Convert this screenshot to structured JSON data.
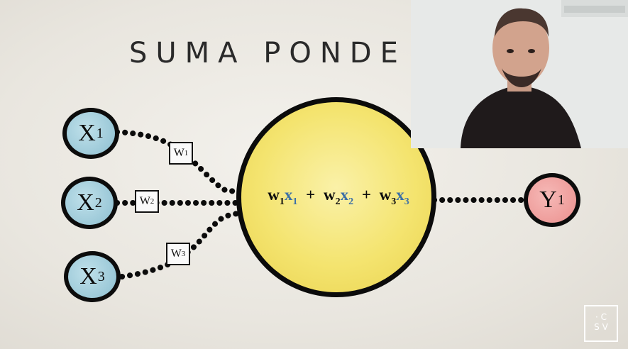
{
  "title": "SUMA PONDE",
  "inputs": [
    {
      "label": "X",
      "sub": "1"
    },
    {
      "label": "X",
      "sub": "2"
    },
    {
      "label": "X",
      "sub": "3"
    }
  ],
  "weights": [
    {
      "label": "W",
      "sub": "1"
    },
    {
      "label": "W",
      "sub": "2"
    },
    {
      "label": "W",
      "sub": "3"
    }
  ],
  "formula": [
    {
      "w": "w",
      "ws": "1",
      "x": "x",
      "xs": "1"
    },
    {
      "op": "+"
    },
    {
      "w": "w",
      "ws": "2",
      "x": "x",
      "xs": "2"
    },
    {
      "op": "+"
    },
    {
      "w": "w",
      "ws": "3",
      "x": "x",
      "xs": "3"
    }
  ],
  "output": {
    "label": "Y",
    "sub": "1"
  },
  "logo": {
    "line1": "· C",
    "line2": "S V"
  },
  "colors": {
    "input_fill": "#9cc9d8",
    "output_fill": "#ee9c9a",
    "neuron_fill": "#f4e46f",
    "x_blue": "#3b6fa6"
  }
}
